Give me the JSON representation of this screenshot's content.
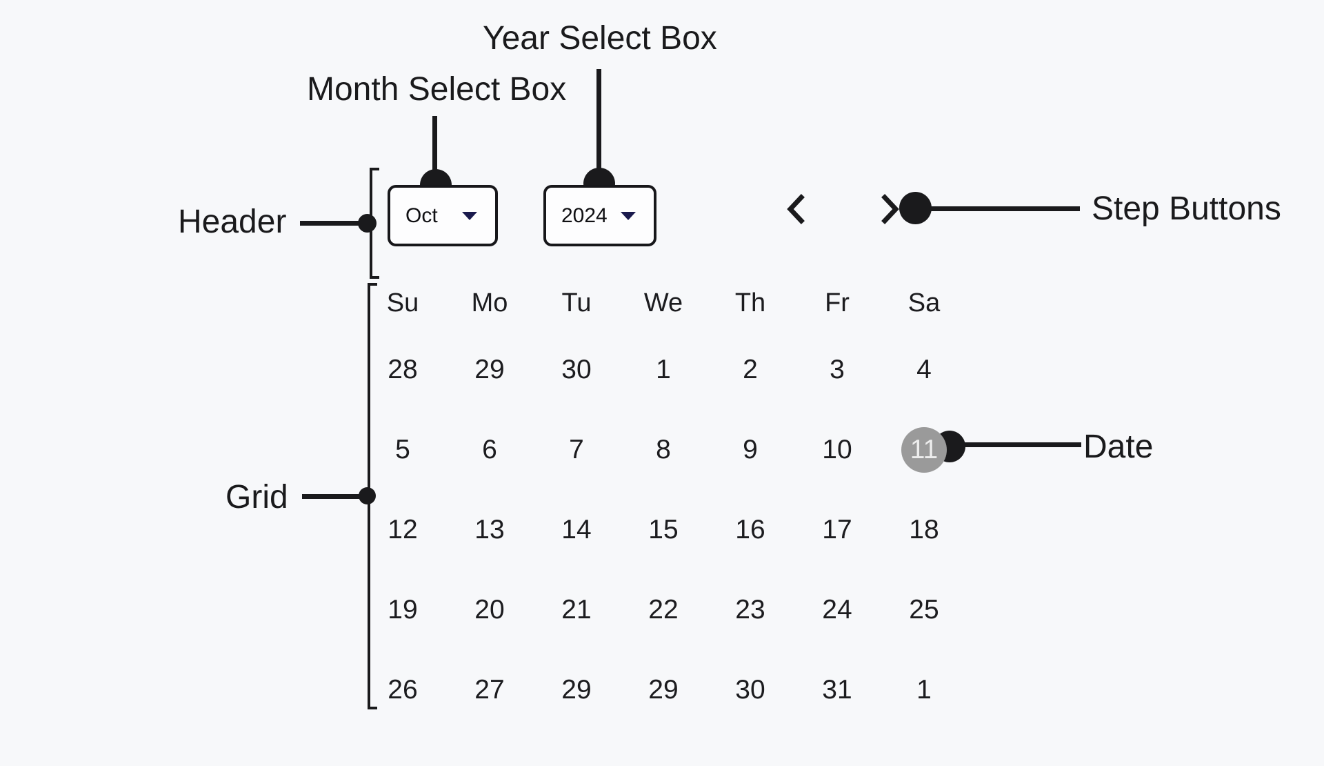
{
  "colors": {
    "background": "#f7f8fa",
    "ink": "#1a1a1c",
    "select_border": "#17171a",
    "caret_navy": "#1a1a4d",
    "selected_day_bg": "#9a9a9a",
    "selected_day_text": "#ededed"
  },
  "annotations": {
    "year_label": "Year Select Box",
    "month_label": "Month Select Box",
    "header_label": "Header",
    "grid_label": "Grid",
    "step_label": "Step Buttons",
    "date_label": "Date"
  },
  "calendar": {
    "month_select": {
      "value": "Oct",
      "icon": "chevron-down-icon"
    },
    "year_select": {
      "value": "2024",
      "icon": "chevron-down-icon"
    },
    "step_buttons": {
      "prev_icon": "chevron-left-icon",
      "next_icon": "chevron-right-icon"
    },
    "weekdays": [
      "Su",
      "Mo",
      "Tu",
      "We",
      "Th",
      "Fr",
      "Sa"
    ],
    "rows": [
      [
        "28",
        "29",
        "30",
        "1",
        "2",
        "3",
        "4"
      ],
      [
        "5",
        "6",
        "7",
        "8",
        "9",
        "10",
        "11"
      ],
      [
        "12",
        "13",
        "14",
        "15",
        "16",
        "17",
        "18"
      ],
      [
        "19",
        "20",
        "21",
        "22",
        "23",
        "24",
        "25"
      ],
      [
        "26",
        "27",
        "29",
        "29",
        "30",
        "31",
        "1"
      ]
    ],
    "selected_date": "11",
    "selected_row": 1,
    "selected_col": 6
  }
}
